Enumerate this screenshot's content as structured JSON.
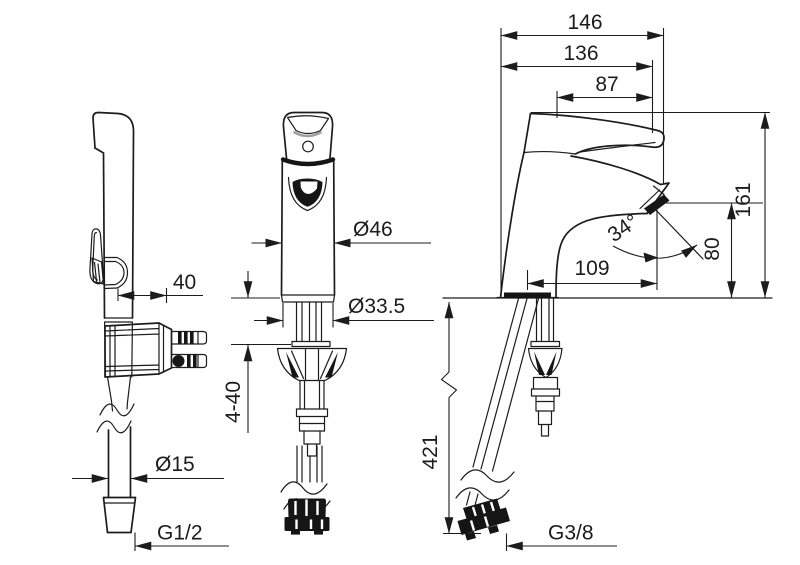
{
  "colors": {
    "line": "#1c1c1c",
    "accent_gray": "#a0a0a0",
    "background": "#ffffff"
  },
  "views": {
    "hand_shower": {
      "dim_offset": "40",
      "dim_hose_diameter": "Ø15",
      "dim_thread": "G1/2"
    },
    "faucet_front": {
      "dim_body_diameter": "Ø46",
      "dim_shank_diameter": "Ø33.5",
      "dim_deck_thickness": "4-40"
    },
    "faucet_side": {
      "dim_total_depth": "146",
      "dim_spout_depth": "136",
      "dim_spout_projection": "87",
      "dim_total_height": "161",
      "dim_outlet_height": "80",
      "dim_spray_angle": "34°",
      "dim_reach": "109",
      "dim_hose_length": "421",
      "dim_thread": "G3/8"
    }
  }
}
